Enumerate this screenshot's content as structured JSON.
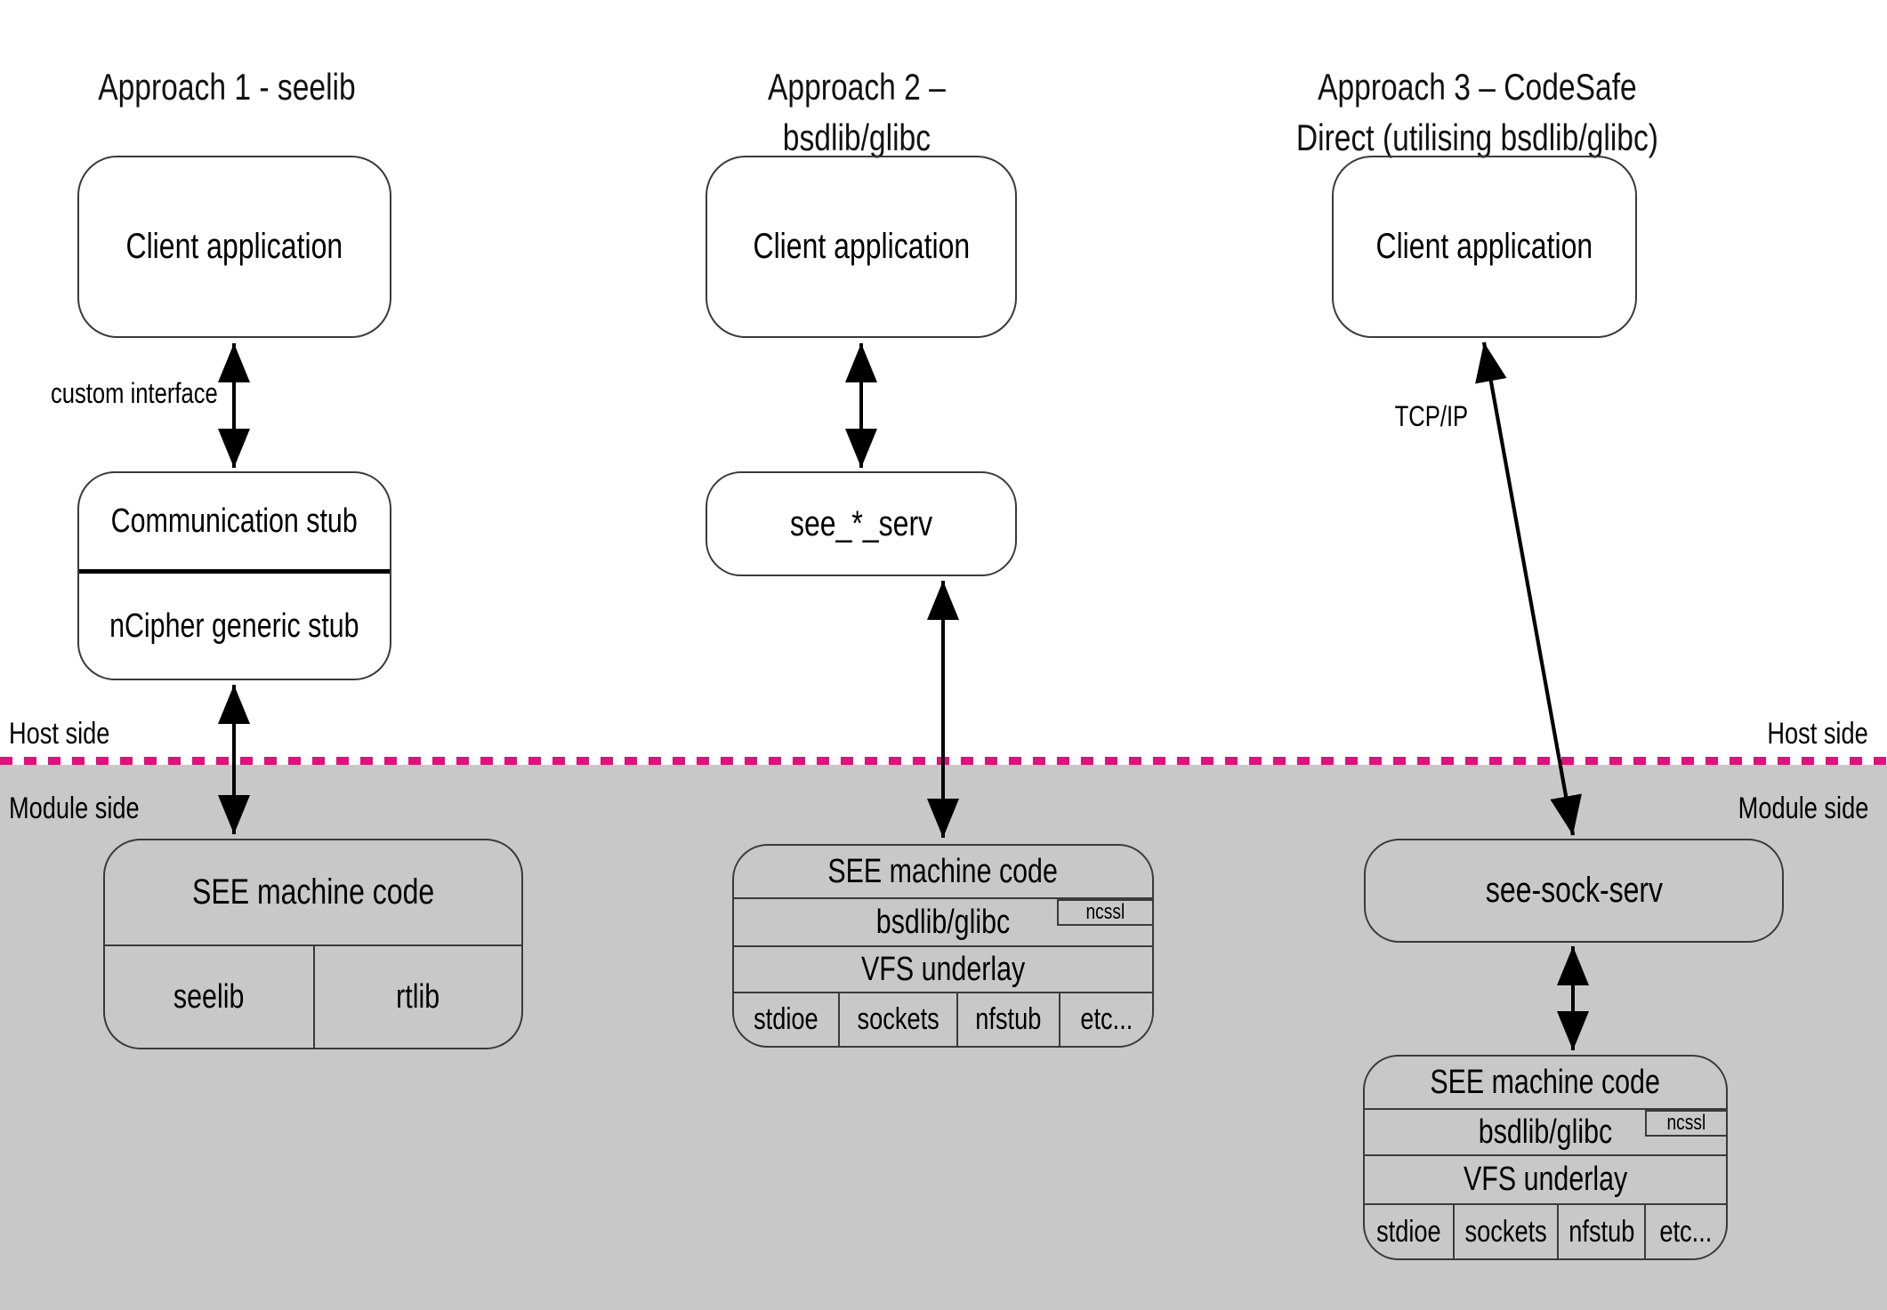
{
  "titles": {
    "approach1": "Approach 1 - seelib",
    "approach2": "Approach 2 –\nbsdlib/glibc",
    "approach3": "Approach 3 – CodeSafe\nDirect (utilising bsdlib/glibc)"
  },
  "sides": {
    "host_left": "Host side",
    "host_right": "Host side",
    "module_left": "Module side",
    "module_right": "Module side"
  },
  "connectors": {
    "custom_interface": "custom interface",
    "tcpip": "TCP/IP"
  },
  "approach1": {
    "client": "Client application",
    "comm_stub": "Communication stub",
    "generic_stub": "nCipher generic stub",
    "see_code": "SEE machine code",
    "seelib": "seelib",
    "rtlib": "rtlib"
  },
  "approach2": {
    "client": "Client application",
    "serv": "see_*_serv",
    "stack": {
      "see_code": "SEE machine code",
      "bsdlib": "bsdlib/glibc",
      "ncssl": "ncssl",
      "vfs": "VFS underlay",
      "cells": [
        "stdioe",
        "sockets",
        "nfstub",
        "etc..."
      ]
    }
  },
  "approach3": {
    "client": "Client application",
    "serv": "see-sock-serv",
    "stack": {
      "see_code": "SEE machine code",
      "bsdlib": "bsdlib/glibc",
      "ncssl": "ncssl",
      "vfs": "VFS underlay",
      "cells": [
        "stdioe",
        "sockets",
        "nfstub",
        "etc..."
      ]
    }
  },
  "colors": {
    "module_background": "#c8c8c8",
    "host_module_divider": "#e0107c",
    "box_border": "#3a3a3a",
    "arrow": "#000000",
    "text": "#000000"
  }
}
